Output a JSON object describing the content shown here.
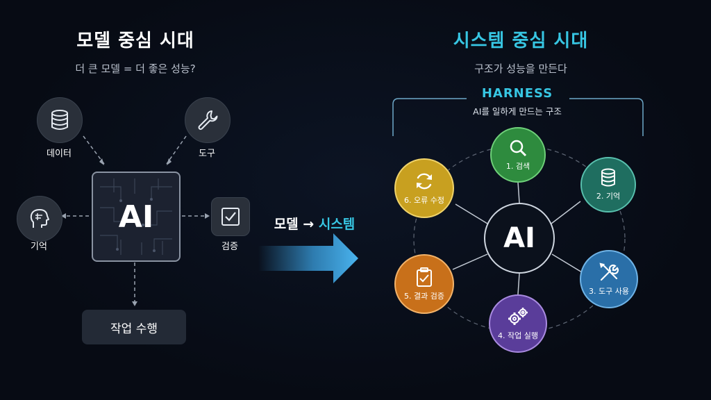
{
  "left": {
    "title": "모델 중심 시대",
    "subtitle": "더 큰 모델 = 더 좋은 성능?",
    "ai_label": "AI",
    "nodes": {
      "data": "데이터",
      "tools": "도구",
      "memory": "기억",
      "verify": "검증"
    },
    "task": "작업 수행"
  },
  "transition": {
    "from": "모델",
    "arrow": "→",
    "to": "시스템"
  },
  "right": {
    "title": "시스템 중심 시대",
    "subtitle": "구조가 성능을 만든다",
    "harness": "HARNESS",
    "harness_sub": "AI를 일하게 만드는 구조",
    "center": "AI",
    "nodes": {
      "n1": "1. 검색",
      "n2": "2. 기억",
      "n3": "3. 도구 사용",
      "n4": "4. 작업 실행",
      "n5": "5. 결과 검증",
      "n6": "6. 오류 수정"
    }
  },
  "colors": {
    "accent": "#37c6e3",
    "search": "#2e8b3e",
    "memory": "#1f6e60",
    "tools": "#2a6fa8",
    "execute": "#5a3d9a",
    "verify": "#c8701a",
    "fix": "#c8a020"
  }
}
